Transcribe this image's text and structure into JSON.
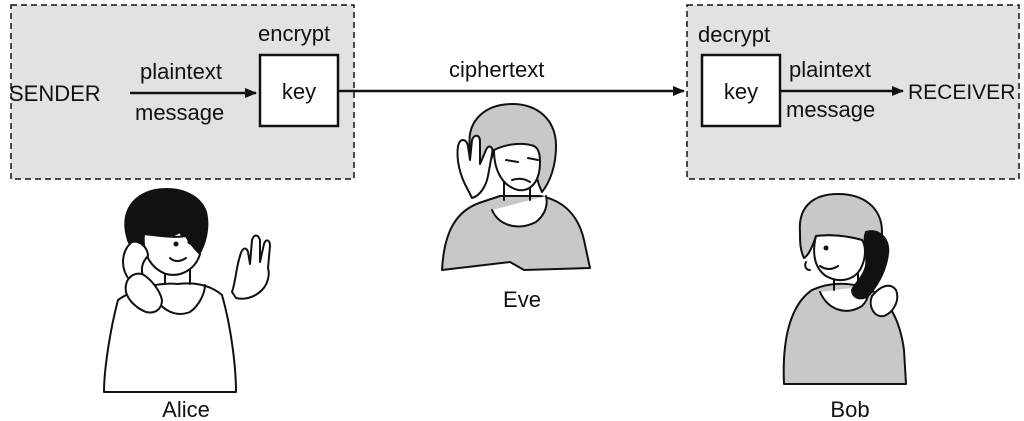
{
  "sender_box": {
    "sender_label": "SENDER",
    "encrypt_label": "encrypt",
    "key_label": "key",
    "plaintext_label": "plaintext",
    "message_label": "message"
  },
  "channel": {
    "ciphertext_label": "ciphertext"
  },
  "receiver_box": {
    "decrypt_label": "decrypt",
    "key_label": "key",
    "plaintext_label": "plaintext",
    "message_label": "message",
    "receiver_label": "RECEIVER"
  },
  "people": {
    "alice": "Alice",
    "eve": "Eve",
    "bob": "Bob"
  },
  "colors": {
    "box_fill": "#e2e2e2",
    "sweater_fill": "#c8c8c8",
    "ink": "#111111"
  }
}
